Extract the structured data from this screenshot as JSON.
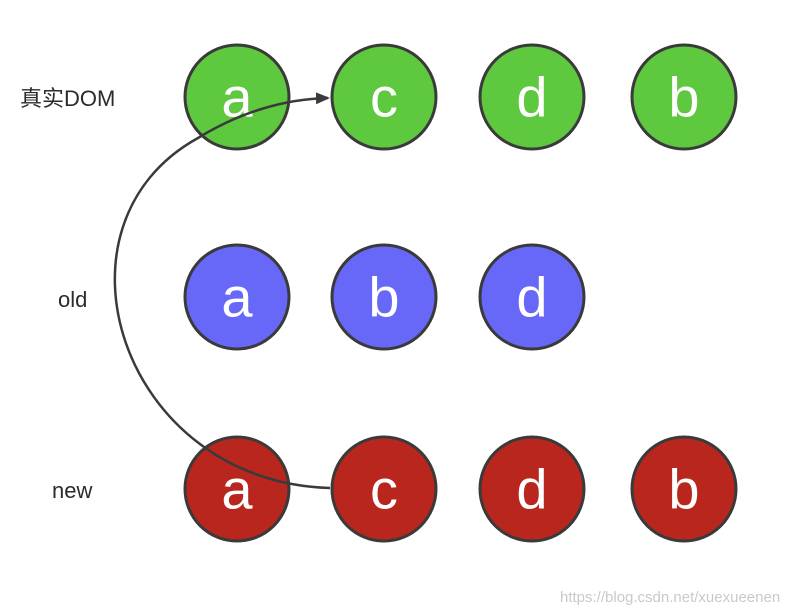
{
  "labels": {
    "real_dom": "真实DOM",
    "old": "old",
    "new": "new"
  },
  "colors": {
    "real_dom": "#5ec83f",
    "old": "#6768f7",
    "new": "#b8261d",
    "stroke": "#3a3a3a"
  },
  "rows": {
    "real_dom": [
      "a",
      "c",
      "d",
      "b"
    ],
    "old": [
      "a",
      "b",
      "d"
    ],
    "new": [
      "a",
      "c",
      "d",
      "b"
    ]
  },
  "arrow": {
    "from": "new.c",
    "to": "real_dom.c"
  },
  "watermark": "https://blog.csdn.net/xuexueenen"
}
